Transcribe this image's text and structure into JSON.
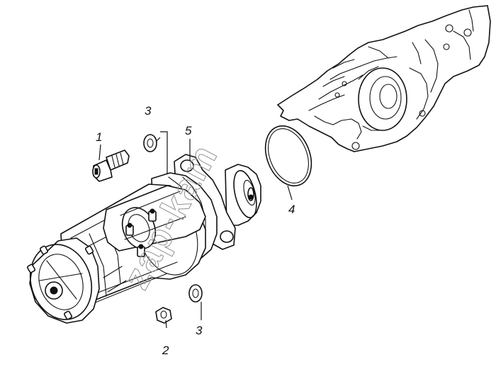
{
  "watermark": "zap-kam",
  "callouts": {
    "bolt": "1",
    "nut": "2",
    "washer_upper": "3",
    "washer_lower": "3",
    "o_ring": "4",
    "flange": "5"
  }
}
